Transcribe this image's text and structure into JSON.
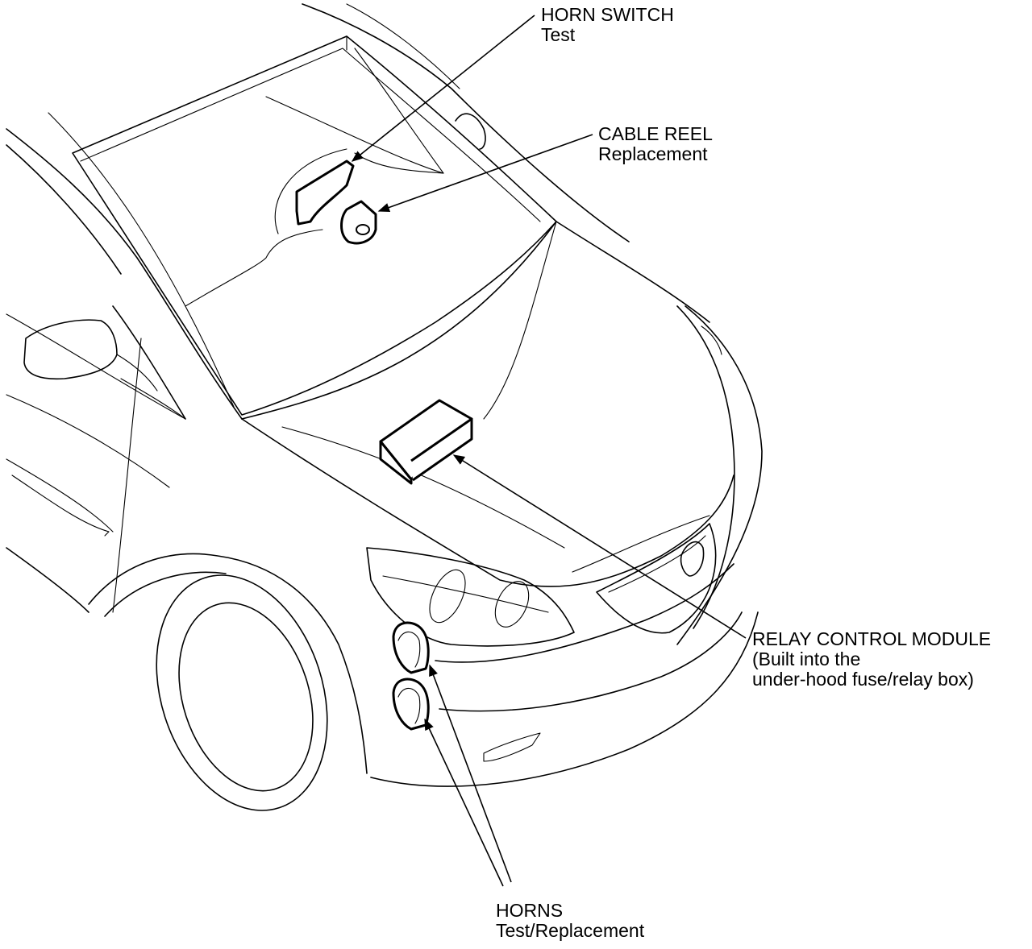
{
  "callouts": {
    "horn_switch": {
      "title": "HORN SWITCH",
      "subtitle": "Test"
    },
    "cable_reel": {
      "title": "CABLE REEL",
      "subtitle": "Replacement"
    },
    "relay_control_module": {
      "title": "RELAY CONTROL MODULE",
      "line2": "(Built into the",
      "line3": "under-hood fuse/relay box)"
    },
    "horns": {
      "title": "HORNS",
      "subtitle": "Test/Replacement"
    }
  },
  "colors": {
    "line": "#000000",
    "background": "#ffffff"
  }
}
